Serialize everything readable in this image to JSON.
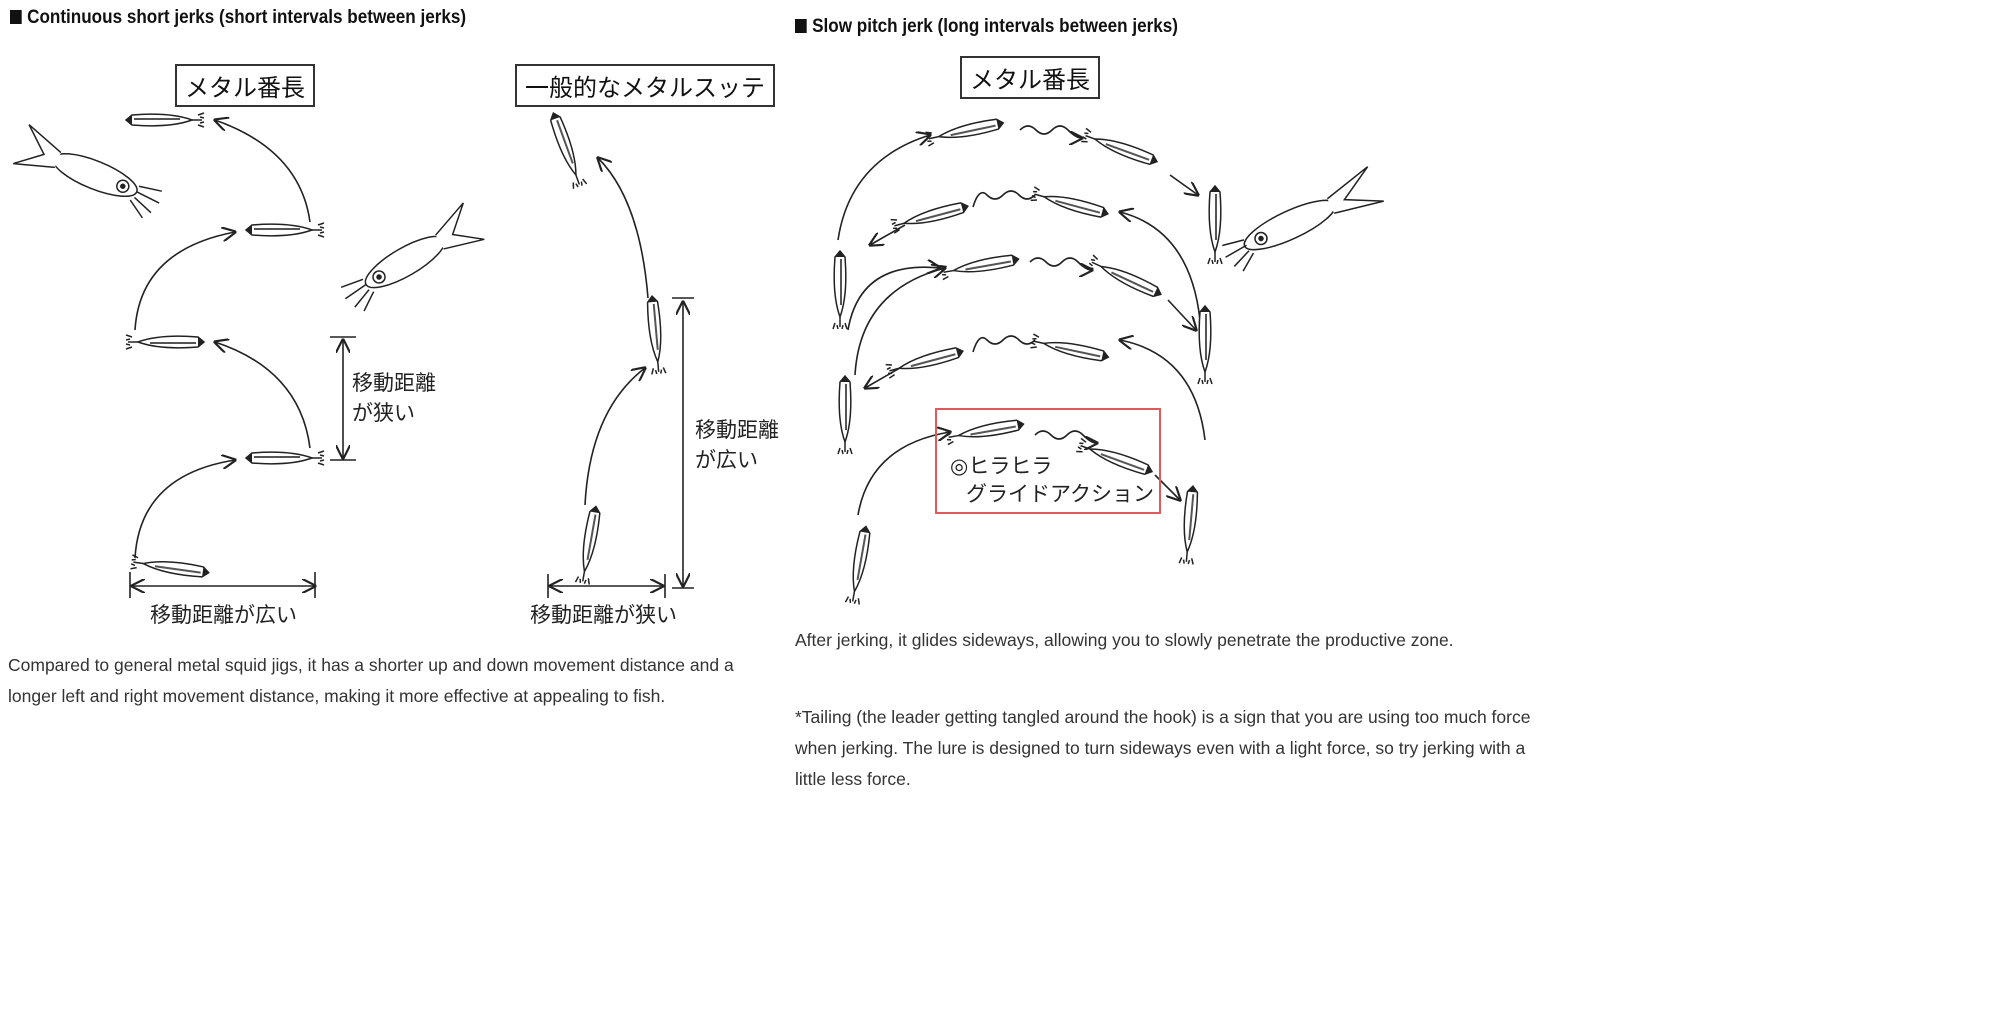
{
  "left_section": {
    "heading": "Continuous short jerks (short intervals between jerks)",
    "label_metal_bancho": "メタル番長",
    "label_general": "一般的なメタルスッテ",
    "bancho_vertical_label_1": "移動距離",
    "bancho_vertical_label_2": "が狭い",
    "bancho_horizontal_label": "移動距離が広い",
    "general_vertical_label_1": "移動距離",
    "general_vertical_label_2": "が広い",
    "general_horizontal_label": "移動距離が狭い",
    "description_line_1": "Compared to general metal squid jigs, it has a shorter up and down movement distance and a",
    "description_line_2": "longer left and right movement distance, making it more effective at appealing to fish."
  },
  "right_section": {
    "heading": "Slow pitch jerk (long intervals between jerks)",
    "label_metal_bancho": "メタル番長",
    "highlight_line_1": "◎ヒラヒラ",
    "highlight_line_2": "グライドアクション",
    "highlight_color": "#e05a5a",
    "description": "After jerking, it glides sideways, allowing you to slowly penetrate the productive zone.",
    "note_line_1": "*Tailing (the leader getting tangled around the hook) is a sign that you are using too much force",
    "note_line_2": "when jerking. The lure is designed to turn sideways even with a light force, so try jerking with a",
    "note_line_3": "little less force."
  }
}
